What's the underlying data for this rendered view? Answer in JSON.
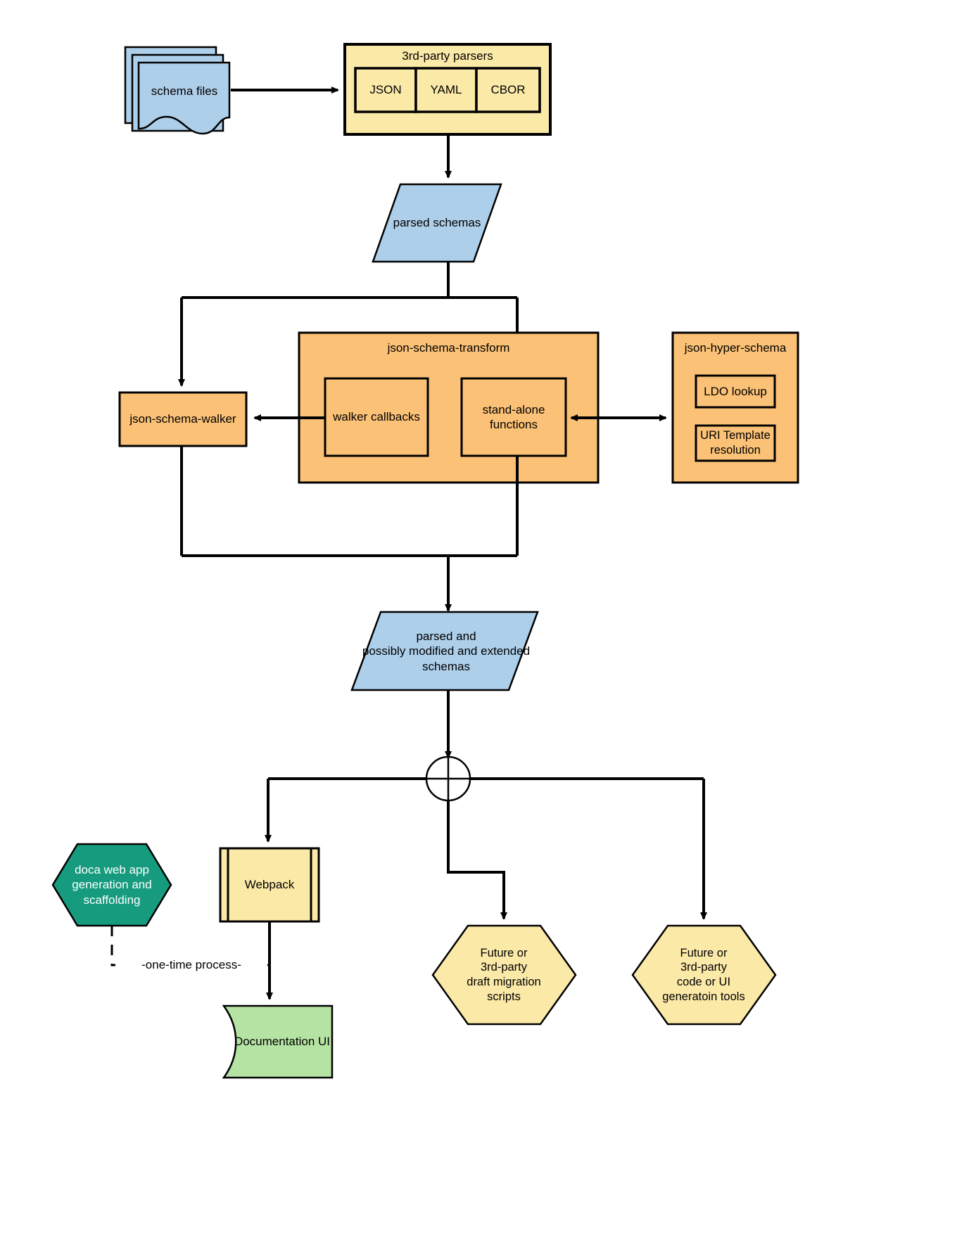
{
  "diagram": {
    "title": "json-schema-tools architecture flowchart",
    "colors": {
      "blue_fill": "#aecfea",
      "yellow_fill": "#fbe9a8",
      "orange_fill": "#fbc176",
      "green_fill": "#b5e3a3",
      "teal_fill": "#169b7e",
      "stroke": "#000000",
      "white_text": "#ffffff"
    },
    "nodes": {
      "schema_files": {
        "label": "schema files",
        "shape": "document-stack",
        "fill": "blue_fill"
      },
      "third_party_parsers": {
        "label": "3rd-party parsers",
        "shape": "container-box",
        "fill": "yellow_fill",
        "children": [
          {
            "label": "JSON",
            "shape": "box"
          },
          {
            "label": "YAML",
            "shape": "box"
          },
          {
            "label": "CBOR",
            "shape": "box"
          }
        ]
      },
      "parsed_schemas": {
        "label": "parsed schemas",
        "shape": "parallelogram",
        "fill": "blue_fill"
      },
      "json_schema_walker": {
        "label": "json-schema-walker",
        "shape": "box",
        "fill": "orange_fill"
      },
      "json_schema_transform": {
        "label": "json-schema-transform",
        "shape": "container-box",
        "fill": "orange_fill",
        "children": [
          {
            "label": "walker callbacks",
            "shape": "box"
          },
          {
            "label": "stand-alone\nfunctions",
            "shape": "box"
          }
        ]
      },
      "json_hyper_schema": {
        "label": "json-hyper-schema",
        "shape": "container-box",
        "fill": "orange_fill",
        "children": [
          {
            "label": "LDO lookup",
            "shape": "box"
          },
          {
            "label": "URI Template\nresolution",
            "shape": "box"
          }
        ]
      },
      "parsed_modified_schemas": {
        "label": "parsed and\npossibly modified and extended\nschemas",
        "shape": "parallelogram",
        "fill": "blue_fill"
      },
      "junction": {
        "label": "",
        "shape": "circle-plus",
        "fill": "white"
      },
      "doca_web_app": {
        "label": "doca web app\ngeneration and\nscaffolding",
        "shape": "hexagon",
        "fill": "teal_fill",
        "text_color": "white_text"
      },
      "webpack": {
        "label": "Webpack",
        "shape": "predefined-process",
        "fill": "yellow_fill"
      },
      "documentation_ui": {
        "label": "Documentation UI",
        "shape": "stored-data",
        "fill": "green_fill"
      },
      "future_draft_migration": {
        "label": "Future or\n3rd-party\ndraft migration\nscripts",
        "shape": "hexagon",
        "fill": "yellow_fill"
      },
      "future_code_ui_tools": {
        "label": "Future or\n3rd-party\ncode or UI\ngeneratoin tools",
        "shape": "hexagon",
        "fill": "yellow_fill"
      }
    },
    "edge_labels": {
      "one_time_process": "-one-time process-"
    }
  }
}
